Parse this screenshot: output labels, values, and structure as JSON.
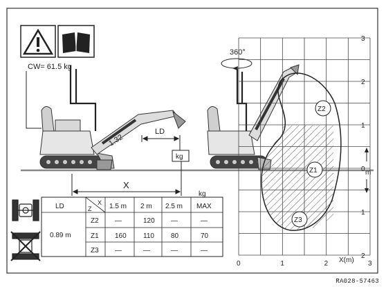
{
  "counterweight": "CW= 61.5 kg",
  "rotation": "360°",
  "ld_label": "LD",
  "x_label": "X",
  "load_box": "kg",
  "boom_length": "1.32",
  "table": {
    "unit": "kg",
    "corner_x": "X",
    "corner_z": "Z",
    "col_ld": "LD",
    "cols": [
      "1.5 m",
      "2 m",
      "2.5 m",
      "MAX"
    ],
    "ld_value": "0.89 m",
    "rows": [
      {
        "zone": "Z2",
        "values": [
          "—",
          "120",
          "—",
          "—"
        ]
      },
      {
        "zone": "Z1",
        "values": [
          "160",
          "110",
          "80",
          "70"
        ]
      },
      {
        "zone": "Z3",
        "values": [
          "—",
          "—",
          "—",
          "—"
        ]
      }
    ]
  },
  "range_chart": {
    "x_ticks": [
      "0",
      "1",
      "2",
      "3"
    ],
    "x_axis_label": "X(m)",
    "y_ticks_right": [
      "3",
      "2",
      "1",
      "0",
      "1",
      "2"
    ],
    "y_unit": "m",
    "zones": [
      "Z2",
      "Z1",
      "Z3"
    ]
  },
  "reference_code": "RA028-57463"
}
